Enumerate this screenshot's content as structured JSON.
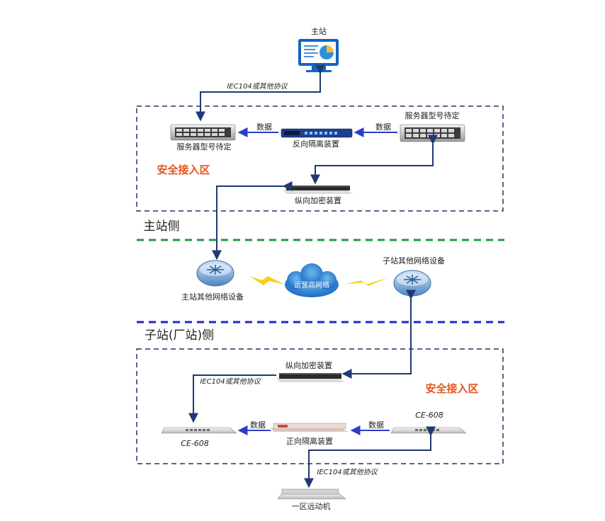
{
  "master": {
    "label": "主站"
  },
  "protocol_label": "IEC104或其他协议",
  "data_label": "数据",
  "master_area": {
    "server_left": "服务器型号待定",
    "server_right": "服务器型号待定",
    "reverse_isolation": "反向隔离装置",
    "encryption": "纵向加密装置",
    "zone_label": "安全接入区",
    "side_label": "主站侧"
  },
  "network": {
    "master_router": "主站其他网络设备",
    "cloud": "运营商网络",
    "sub_router": "子站其他网络设备"
  },
  "sub_area": {
    "side_label": "子站(厂站)侧",
    "encryption": "纵向加密装置",
    "zone_label": "安全接入区",
    "ce_left": "CE-608",
    "ce_right": "CE-608",
    "forward_isolation": "正向隔离装置",
    "rtu": "一区远动机"
  },
  "colors": {
    "arrow": "#1e3a73",
    "data_arrow": "#2c3ec8",
    "green_divider": "#1a9b48",
    "blue_divider": "#1c27c9",
    "zone_text": "#e0561c",
    "dashed_box": "#1f3560"
  }
}
